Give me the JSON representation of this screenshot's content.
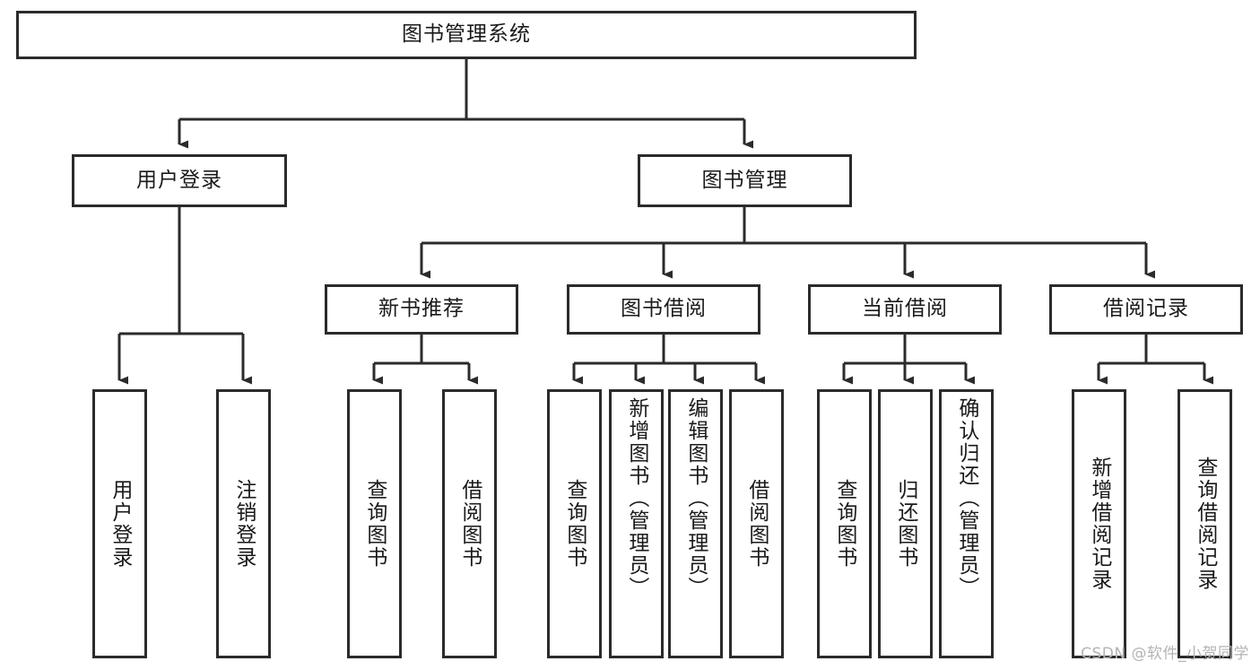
{
  "diagram": {
    "title": "图书管理系统",
    "root": {
      "label": "图书管理系统"
    },
    "level2": [
      {
        "label": "用户登录"
      },
      {
        "label": "图书管理"
      }
    ],
    "level3": [
      {
        "label": "新书推荐"
      },
      {
        "label": "图书借阅"
      },
      {
        "label": "当前借阅"
      },
      {
        "label": "借阅记录"
      }
    ],
    "leaves": {
      "user_login": [
        {
          "label": "用户登录"
        },
        {
          "label": "注销登录"
        }
      ],
      "new_book_recommend": [
        {
          "label": "查询图书"
        },
        {
          "label": "借阅图书"
        }
      ],
      "book_borrow": [
        {
          "label": "查询图书"
        },
        {
          "label": "新增图书（管理员）"
        },
        {
          "label": "编辑图书（管理员）"
        },
        {
          "label": "借阅图书"
        }
      ],
      "current_borrow": [
        {
          "label": "查询图书"
        },
        {
          "label": "归还图书"
        },
        {
          "label": "确认归还（管理员）"
        }
      ],
      "borrow_record": [
        {
          "label": "新增借阅记录"
        },
        {
          "label": "查询借阅记录"
        }
      ]
    },
    "watermark": "CSDN @软件_小贺同学",
    "colors": {
      "stroke": "#2b2b2b",
      "fill": "#ffffff",
      "text": "#1a1a1a",
      "watermark": "#b4b4b4"
    }
  }
}
